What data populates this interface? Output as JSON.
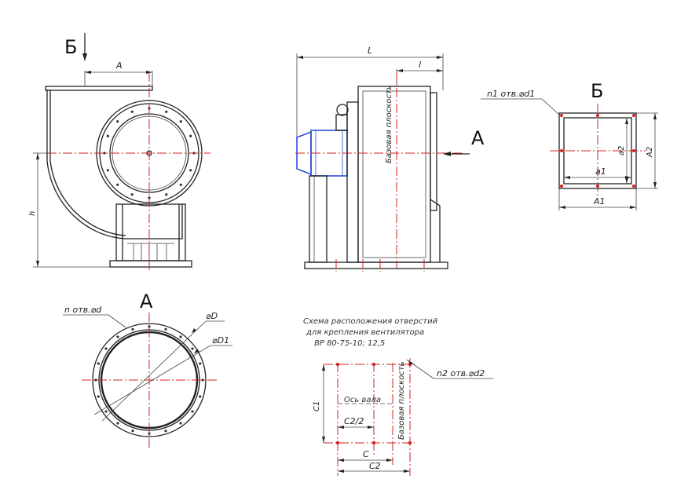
{
  "labels": {
    "view_b_top": "Б",
    "dim_A_top": "A",
    "dim_h": "h",
    "dim_L": "L",
    "dim_l": "l",
    "view_arrow_A": "A",
    "base_plane": "Базовая плоскость",
    "view_b_title": "Б",
    "holes_n1": "n1 отв.⌀d1",
    "dim_a2": "a2",
    "dim_A2": "A2",
    "dim_a1": "a1",
    "dim_A1": "A1",
    "view_a_title": "A",
    "holes_n": "n отв.⌀d",
    "dim_D": "⌀D",
    "dim_D1": "⌀D1",
    "scheme_line1": "Схема расположения отверстий",
    "scheme_line2": "для крепления вентилятора",
    "scheme_line3": "ВР 80-75-10; 12,5",
    "holes_n2": "n2 отв.⌀d2",
    "shaft_axis": "Ось вала",
    "base_plane_2": "Базовая плоскость",
    "dim_C1": "C1",
    "dim_C2_half": "C2/2",
    "dim_C": "C",
    "dim_C2": "C2"
  },
  "colors": {
    "outline": "#222222",
    "centerline": "#d42020",
    "motor": "#2b4fd8"
  }
}
